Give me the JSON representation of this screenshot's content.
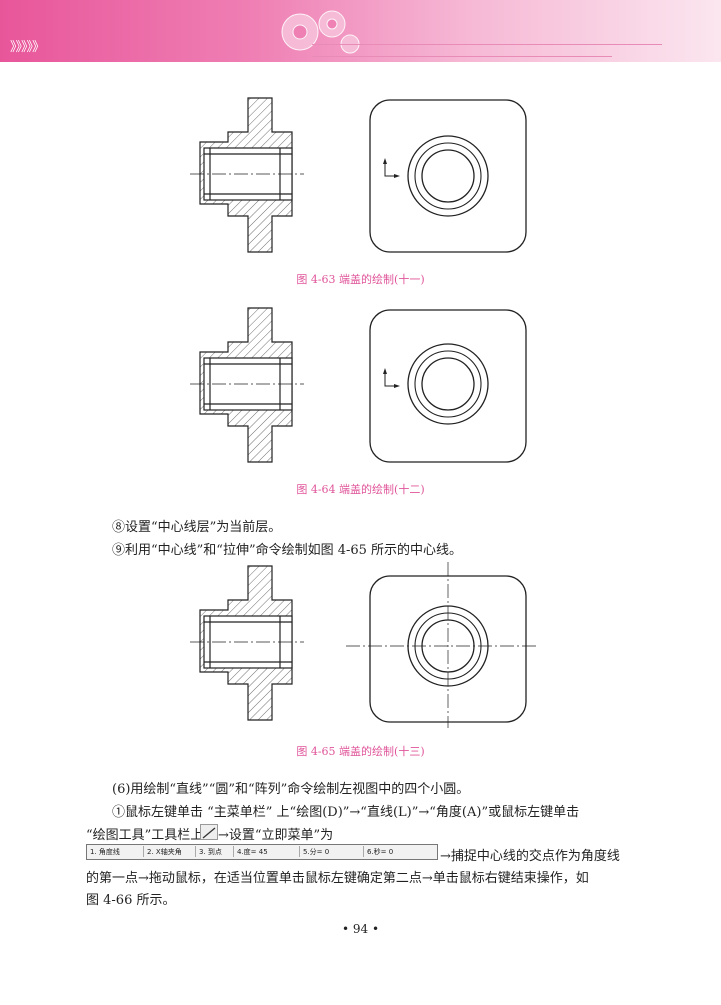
{
  "header": {
    "chevrons": "》》》》》"
  },
  "figures": [
    {
      "caption": "图 4-63   端盖的绘制(十一)"
    },
    {
      "caption": "图 4-64   端盖的绘制(十二)"
    },
    {
      "caption": "图 4-65   端盖的绘制(十三)"
    }
  ],
  "steps": {
    "s8": "⑧设置“中心线层”为当前层。",
    "s9": "⑨利用“中心线”和“拉伸”命令绘制如图 4-65 所示的中心线。",
    "s6": "(6)用绘制“直线”“圆”和“阵列”命令绘制左视图中的四个小圆。",
    "s1a": "①鼠标左键单击 “主菜单栏” 上“绘图(D)”→“直线(L)”→“角度(A)”或鼠标左键单击",
    "s1b": "“绘图工具”工具栏上",
    "s1b2": "→设置“立即菜单”为",
    "s1c": "→捕捉中心线的交点作为角度线",
    "s1d": "的第一点→拖动鼠标，在适当位置单击鼠标左键确定第二点→单击鼠标右键结束操作，如",
    "s1e": "图 4-66 所示。"
  },
  "toolbar": {
    "f1": "1. 角度线",
    "f2": "2. X轴夹角",
    "f3": "3. 到点",
    "f4": "4.度= 45",
    "f5": "5.分= 0",
    "f6": "6.秒= 0"
  },
  "page": {
    "number": "• 94 •"
  }
}
